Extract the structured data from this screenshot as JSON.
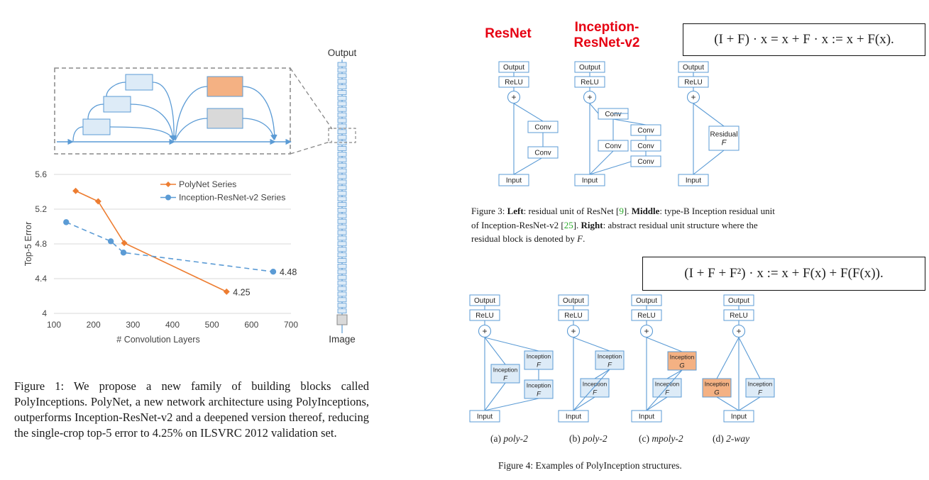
{
  "figure1": {
    "top_schematic": {
      "output_label": "Output",
      "image_label": "Image"
    },
    "caption": {
      "label": "Figure 1:",
      "text": "We propose a new family of building blocks called PolyInceptions. PolyNet, a new network architecture using PolyInceptions, outperforms Inception-ResNet-v2 and a deepened version thereof, reducing the single-crop top-5 error to 4.25% on ILSVRC 2012 validation set."
    }
  },
  "chart_data": {
    "type": "line",
    "title": "",
    "xlabel": "# Convolution Layers",
    "ylabel": "Top-5 Error",
    "xlim": [
      100,
      700
    ],
    "ylim": [
      4,
      5.6
    ],
    "xticks": [
      "100",
      "200",
      "300",
      "400",
      "500",
      "600",
      "700"
    ],
    "yticks": [
      "4",
      "4.4",
      "4.8",
      "5.2",
      "5.6"
    ],
    "grid": "horizontal",
    "legend_position": "top-right",
    "series": [
      {
        "name": "PolyNet Series",
        "color": "#ED7D31",
        "marker": "diamond",
        "line": "solid",
        "x": [
          155,
          212,
          278,
          537
        ],
        "y": [
          5.41,
          5.29,
          4.81,
          4.25
        ],
        "end_label": "4.25"
      },
      {
        "name": "Inception-ResNet-v2 Series",
        "color": "#5B9BD5",
        "marker": "circle",
        "line": "dashed",
        "x": [
          131,
          244,
          276,
          655
        ],
        "y": [
          5.05,
          4.83,
          4.7,
          4.48
        ],
        "end_label": "4.48"
      }
    ]
  },
  "figure3": {
    "labels": {
      "resnet": "ResNet",
      "inception": "Inception-ResNet-v2"
    },
    "equation": "(I + F) · x = x + F · x := x + F(x).",
    "blocks": {
      "output": "Output",
      "relu": "ReLU",
      "plus": "+",
      "conv": "Conv",
      "input": "Input",
      "residual": "Residual",
      "f": "F"
    },
    "caption": {
      "label": "Figure 3:",
      "left_b": "Left",
      "t1": ": residual unit of ResNet [",
      "ref1": "9",
      "t2": "]. ",
      "middle_b": "Middle",
      "t3": ": type-B Inception residual unit of Inception-ResNet-v2 [",
      "ref2": "25",
      "t4": "]. ",
      "right_b": "Right",
      "t5": ": abstract residual unit structure where the residual block is denoted by ",
      "f": "F",
      "t6": "."
    }
  },
  "figure4": {
    "equation": "(I + F + F²) · x := x + F(x) + F(F(x)).",
    "blocks": {
      "output": "Output",
      "relu": "ReLU",
      "plus": "+",
      "input": "Input",
      "inception": "Inception",
      "f": "F",
      "g": "G"
    },
    "subcaptions": [
      {
        "tag": "(a)",
        "name": "poly-2"
      },
      {
        "tag": "(b)",
        "name": "poly-2"
      },
      {
        "tag": "(c)",
        "name": "mpoly-2"
      },
      {
        "tag": "(d)",
        "name": "2-way"
      }
    ],
    "caption": {
      "label": "Figure 4:",
      "text": "Examples of PolyInception structures."
    }
  },
  "colors": {
    "block_stroke": "#5B9BD5",
    "block_fill_light": "#DDEBF7",
    "orange_fill": "#F4B183",
    "gray_fill": "#D9D9D9",
    "red_label": "#E60012"
  }
}
